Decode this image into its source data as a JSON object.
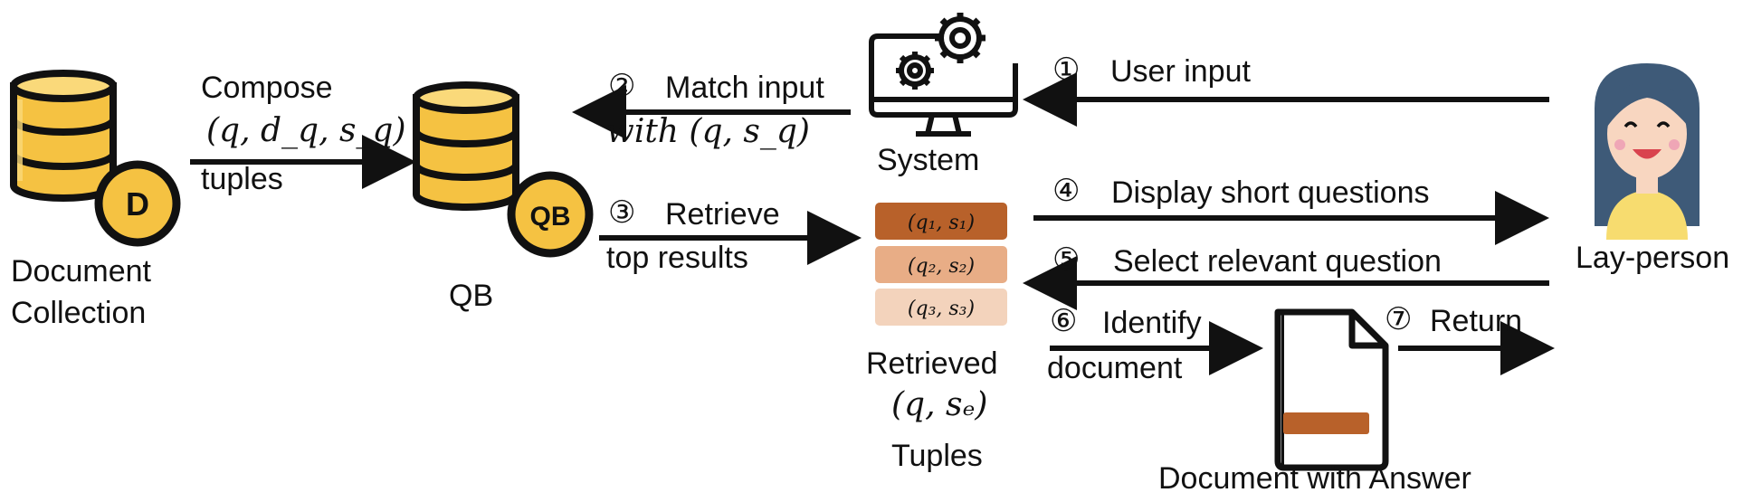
{
  "colors": {
    "db_yellow": "#F5C242",
    "db_light": "#FAD97A",
    "db_outline": "#111111",
    "badge_fill": "#F5C242",
    "tuple_dark": "#B8612A",
    "tuple_mid": "#E8AD86",
    "tuple_light": "#F3D3BC",
    "doc_bar": "#B8612A",
    "hair": "#3E5A78",
    "skin": "#F8D6C0",
    "shirt": "#F7DC6F"
  },
  "icons": {
    "document_collection": "database-icon",
    "qb": "database-icon",
    "system": "monitor-gears-icon",
    "user": "lay-person-icon",
    "document": "document-icon"
  },
  "nodes": {
    "doc_collection": {
      "badge": "D",
      "label_line1": "Document",
      "label_line2": "Collection"
    },
    "qb": {
      "badge": "QB",
      "label": "QB"
    },
    "system": {
      "label": "System"
    },
    "user": {
      "label": "Lay-person"
    },
    "retrieved": {
      "tuples": [
        "(q₁, s₁)",
        "(q₂, s₂)",
        "(q₃, s₃)"
      ],
      "label_line1": "Retrieved",
      "label_line2": "(q, sₑ)",
      "label_line3": "Tuples"
    },
    "document": {
      "label": "Document with Answer"
    }
  },
  "edges": {
    "compose": {
      "line1": "Compose",
      "line2": "(q, d_q, s_q)",
      "line3": "tuples"
    },
    "step1": {
      "num": "①",
      "text": "User input"
    },
    "step2": {
      "num": "②",
      "line1": "Match input",
      "line2": "with (q, s_q)"
    },
    "step3": {
      "num": "③",
      "line1": "Retrieve",
      "line2": "top results"
    },
    "step4": {
      "num": "④",
      "text": "Display short questions"
    },
    "step5": {
      "num": "⑤",
      "text": "Select relevant question"
    },
    "step6": {
      "num": "⑥",
      "line1": "Identify",
      "line2": "document"
    },
    "step7": {
      "num": "⑦",
      "text": "Return"
    }
  }
}
